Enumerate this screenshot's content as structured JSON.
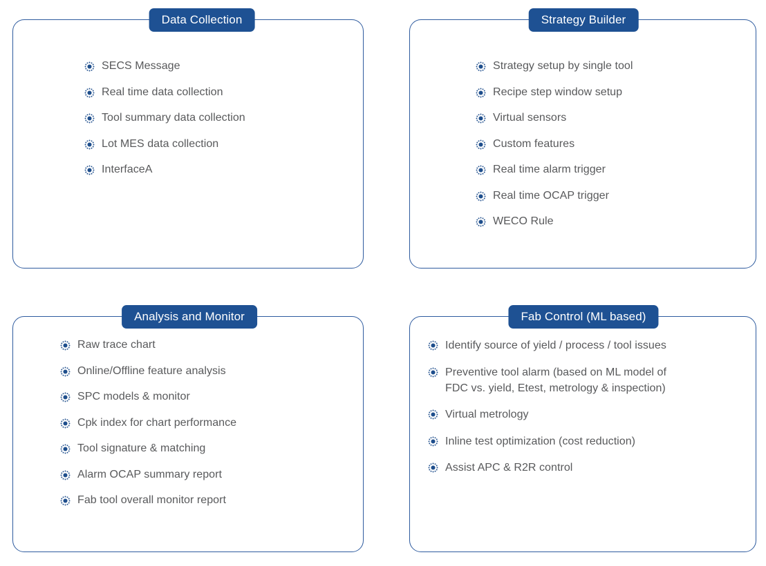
{
  "theme": {
    "badge_bg": "#1e5193",
    "badge_text": "#ffffff",
    "card_border": "#2d5a9e",
    "list_text": "#58595b",
    "bullet_color": "#1e4e8c",
    "page_bg": "#ffffff"
  },
  "bullet_icon_name": "radiating-dot-bullet-icon",
  "panels": [
    {
      "id": "data-collection",
      "title": "Data Collection",
      "items": [
        "SECS Message",
        "Real time data collection",
        "Tool summary data collection",
        "Lot MES data collection",
        "InterfaceA"
      ]
    },
    {
      "id": "strategy-builder",
      "title": "Strategy Builder",
      "items": [
        "Strategy setup by single tool",
        "Recipe step window setup",
        "Virtual sensors",
        "Custom features",
        "Real time alarm trigger",
        "Real time OCAP trigger",
        "WECO Rule"
      ]
    },
    {
      "id": "analysis-and-monitor",
      "title": "Analysis and Monitor",
      "items": [
        "Raw trace chart",
        "Online/Offline feature analysis",
        "SPC models & monitor",
        "Cpk index for chart performance",
        "Tool signature & matching",
        "Alarm OCAP summary report",
        "Fab tool overall monitor report"
      ]
    },
    {
      "id": "fab-control-ml-based",
      "title": "Fab Control (ML based)",
      "items": [
        "Identify source of yield / process / tool issues",
        "Preventive tool alarm (based on ML model of\nFDC vs. yield, Etest, metrology & inspection)",
        "Virtual metrology",
        "Inline test optimization (cost reduction)",
        "Assist APC & R2R control"
      ]
    }
  ]
}
